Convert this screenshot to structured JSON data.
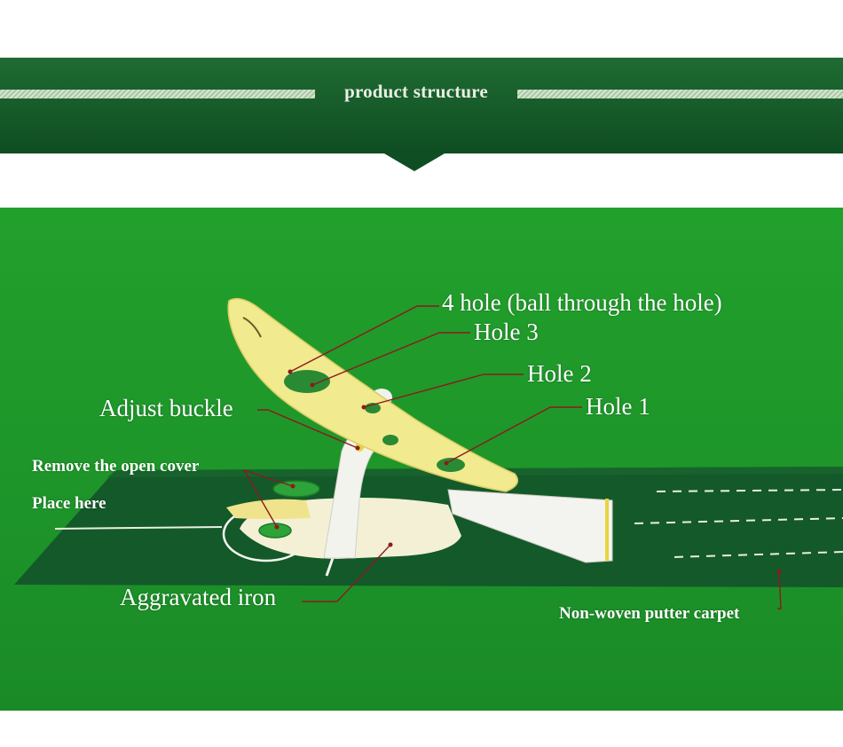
{
  "header": {
    "title": "product structure"
  },
  "callouts": {
    "hole4": "4 hole (ball through the hole)",
    "hole3": "Hole 3",
    "hole2": "Hole 2",
    "hole1": "Hole 1",
    "adjust_buckle": "Adjust buckle",
    "remove_cover": "Remove the open cover",
    "place_here": "Place here",
    "aggravated_iron": "Aggravated iron",
    "carpet": "Non-woven putter carpet"
  },
  "colors": {
    "banner_green": "#0f4d22",
    "panel_green": "#1d9429",
    "carpet_green": "#14592a",
    "product_yellow": "#f1ea8e",
    "leader_line": "#8c1b1b"
  }
}
